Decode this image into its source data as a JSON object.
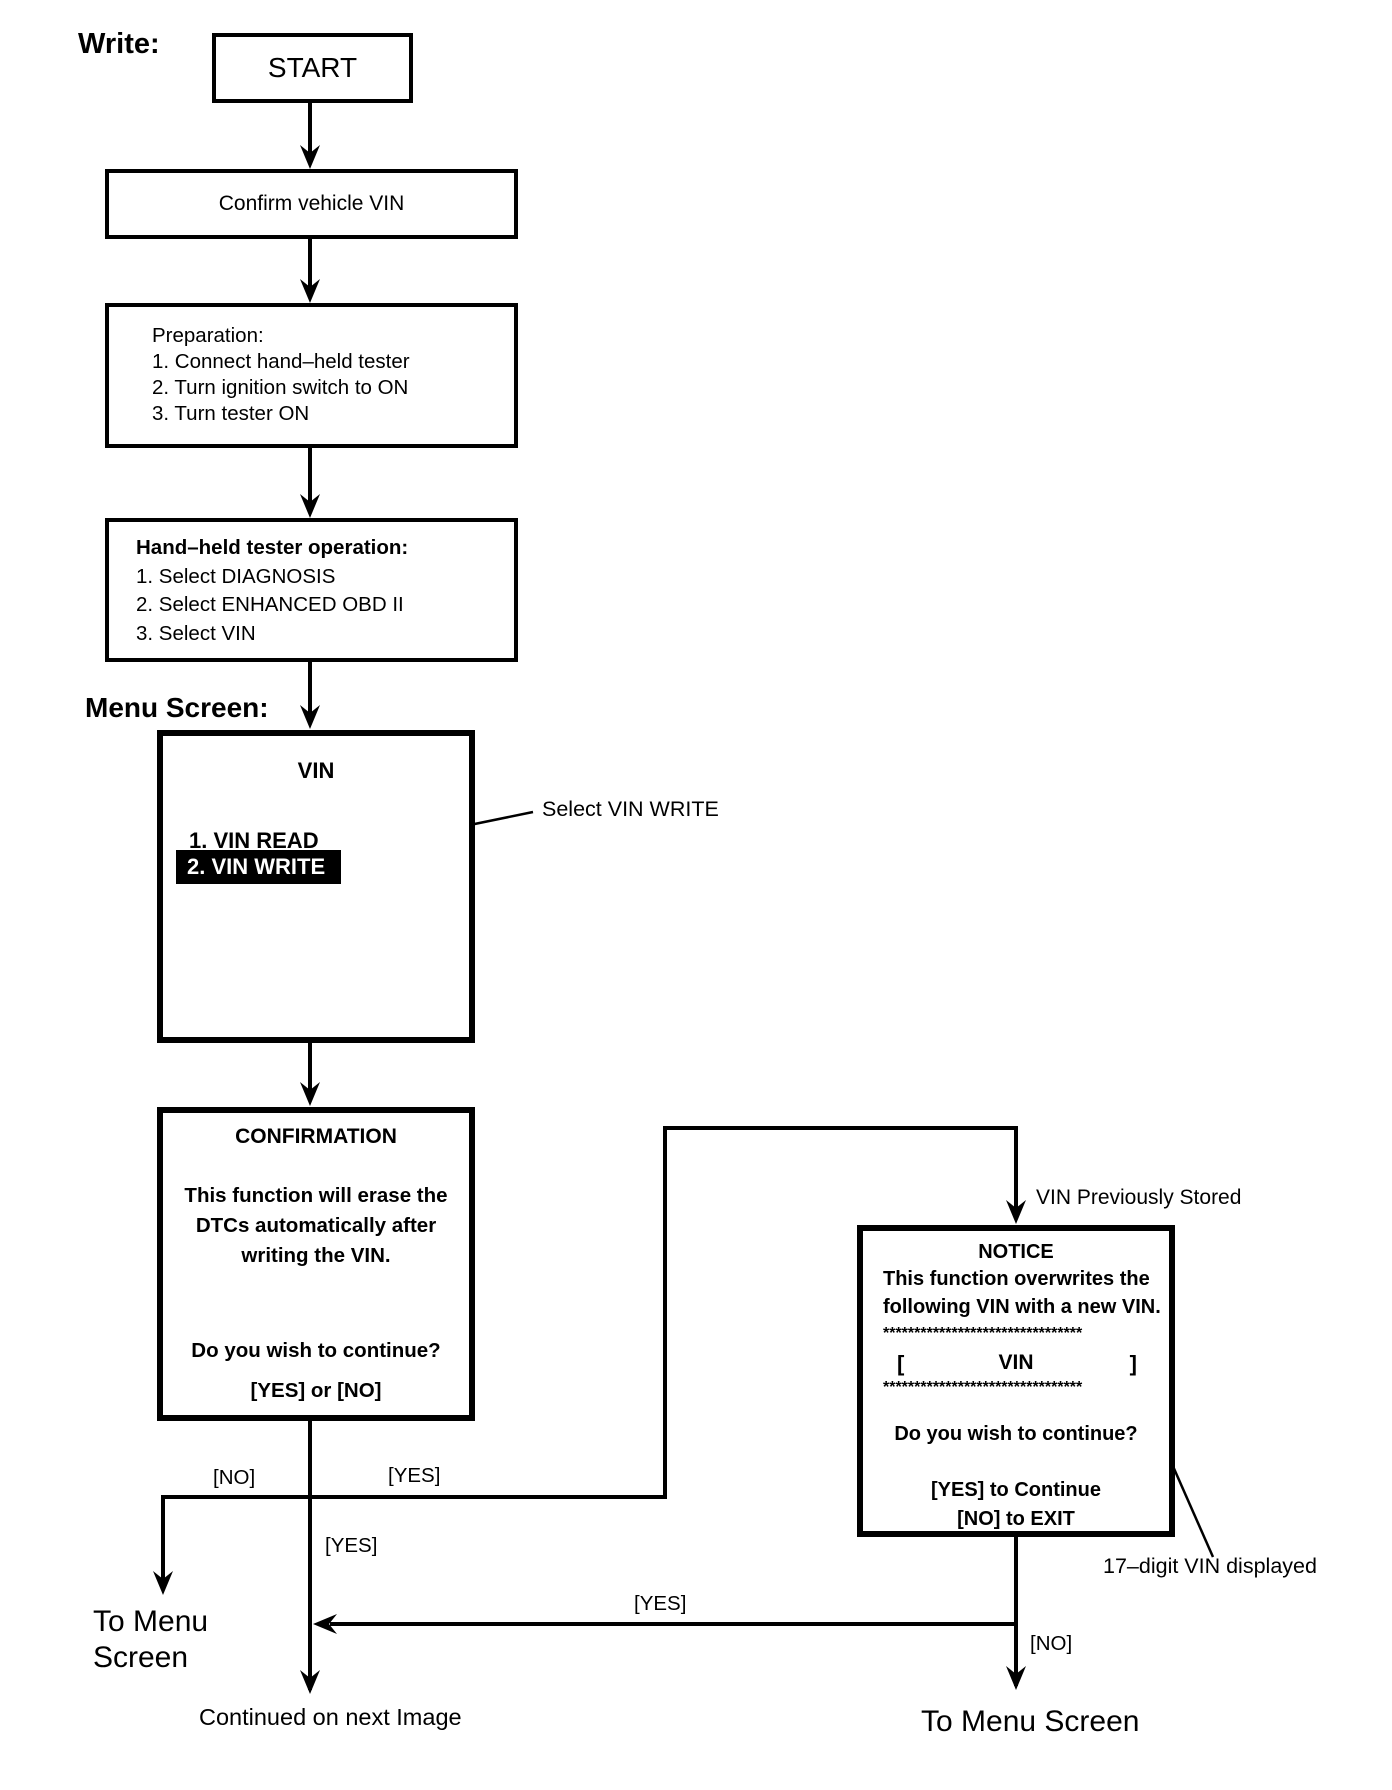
{
  "headings": {
    "write": "Write:",
    "menu_screen": "Menu Screen:"
  },
  "boxes": {
    "start": {
      "label": "START"
    },
    "confirm": {
      "label": "Confirm vehicle VIN"
    },
    "preparation": {
      "title": "Preparation:",
      "steps": [
        "1. Connect hand–held tester",
        "2. Turn ignition switch to ON",
        "3. Turn tester ON"
      ]
    },
    "tester_operation": {
      "title": "Hand–held tester operation:",
      "steps": [
        "1. Select DIAGNOSIS",
        "2. Select ENHANCED OBD II",
        "3. Select VIN"
      ]
    },
    "vin_menu": {
      "title": "VIN",
      "item_read": "1. VIN READ",
      "item_write": "2. VIN WRITE"
    },
    "confirmation": {
      "title": "CONFIRMATION",
      "body_lines": [
        "This function will erase the",
        "DTCs automatically after",
        "writing the VIN."
      ],
      "question": "Do you wish to continue?",
      "options": "[YES] or [NO]"
    },
    "notice": {
      "title": "NOTICE",
      "body_lines": [
        "This function overwrites the",
        "following VIN with a new VIN."
      ],
      "asterisk_row": "********************************",
      "vin_bracket_open": "[",
      "vin_label": "VIN",
      "vin_bracket_close": "]",
      "question": "Do you wish to continue?",
      "yes_line": "[YES] to Continue",
      "no_line": "[NO] to EXIT"
    }
  },
  "callouts": {
    "select_vin_write": "Select VIN WRITE",
    "vin_previously_stored": "VIN Previously Stored",
    "seventeen_digit_vin": "17–digit VIN displayed"
  },
  "branch_labels": {
    "yes": "[YES]",
    "no": "[NO]"
  },
  "exits": {
    "to_menu_line1": "To Menu",
    "to_menu_line2": "Screen",
    "continued_next_image": "Continued on next Image",
    "to_menu_screen": "To Menu Screen"
  },
  "colors": {
    "ink": "#000000",
    "background": "#ffffff",
    "highlight_bg": "#000000",
    "highlight_text": "#ffffff"
  }
}
